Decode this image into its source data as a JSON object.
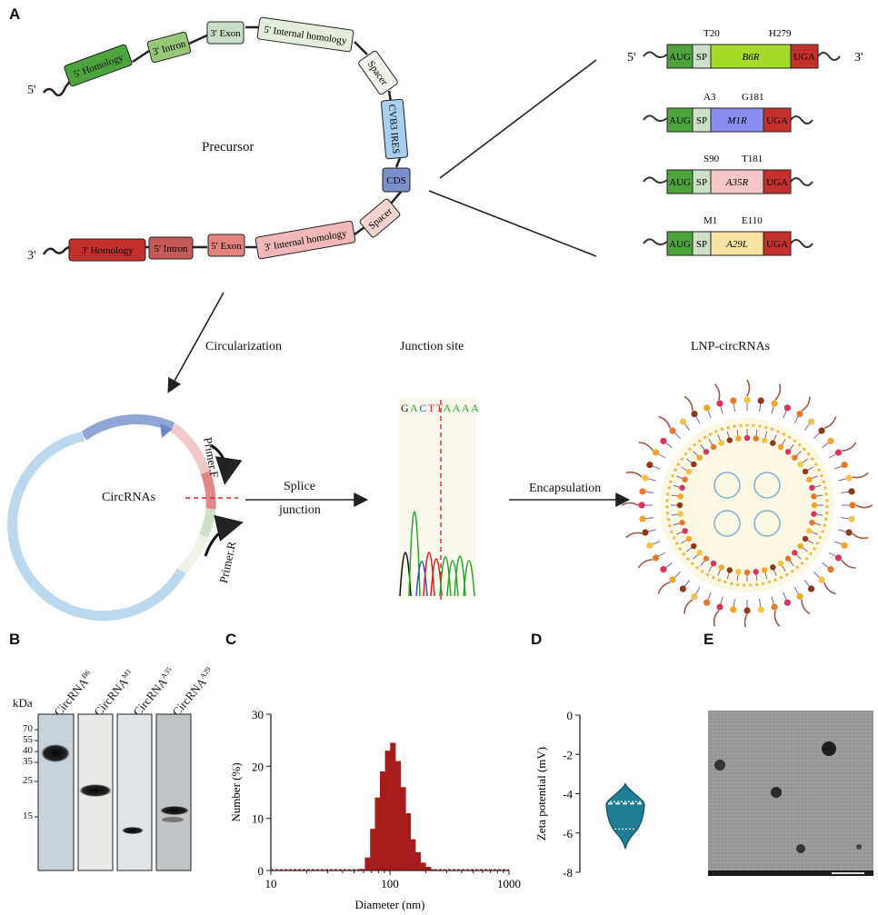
{
  "panels": {
    "a": "A",
    "b": "B",
    "c": "C",
    "d": "D",
    "e": "E"
  },
  "precursor": {
    "title": "Precursor",
    "five_prime": "5'",
    "three_prime": "3'",
    "top_segments": [
      "5' Homology",
      "3' Intron",
      "3' Exon",
      "5' Internal  homology",
      "Spacer",
      "CVB3 IRES",
      "CDS"
    ],
    "bottom_segments": [
      "3' Homology",
      "5' Intron",
      "5' Exon",
      "3' Internal  homology",
      "Spacer"
    ]
  },
  "constructs": [
    {
      "start": "AUG",
      "sp": "SP",
      "gene": "B6R",
      "stop": "UGA",
      "left": "T20",
      "right": "H279",
      "five": "5'",
      "three": "3'",
      "color": "#a5dc2b"
    },
    {
      "start": "AUG",
      "sp": "SP",
      "gene": "M1R",
      "stop": "UGA",
      "left": "A3",
      "right": "G181",
      "color": "#8b8ff0"
    },
    {
      "start": "AUG",
      "sp": "SP",
      "gene": "A35R",
      "stop": "UGA",
      "left": "S90",
      "right": "T181",
      "color": "#f4c6c8"
    },
    {
      "start": "AUG",
      "sp": "SP",
      "gene": "A29L",
      "stop": "UGA",
      "left": "M1",
      "right": "E110",
      "color": "#f6e3a4"
    }
  ],
  "labels": {
    "circularization": "Circularization",
    "junction_site": "Junction site",
    "lnp": "LNP-circRNAs",
    "circrnas": "CircRNAs",
    "primer_f": "Primer.F",
    "primer_r": "Primer.R",
    "splice": "Splice",
    "junction": "junction",
    "encapsulation": "Encapsulation",
    "sequence": "GACTTAAAA"
  },
  "western": {
    "unit": "kDa",
    "markers": [
      "70",
      "55",
      "40",
      "35",
      "25",
      "15"
    ],
    "lanes": [
      {
        "base": "CircRNA",
        "sup": "B6"
      },
      {
        "base": "CircRNA",
        "sup": "M1"
      },
      {
        "base": "CircRNA",
        "sup": "A35"
      },
      {
        "base": "CircRNA",
        "sup": "A29"
      }
    ]
  },
  "chart_data": [
    {
      "type": "bar",
      "xlabel": "Diameter (nm)",
      "ylabel": "Number (%)",
      "xscale": "log",
      "xlim": [
        10,
        1000
      ],
      "ylim": [
        0,
        30
      ],
      "xticks": [
        "10",
        "100",
        "1000"
      ],
      "yticks": [
        "0",
        "10",
        "20",
        "30"
      ],
      "x": [
        58,
        65,
        72,
        79,
        87,
        96,
        106,
        117,
        129,
        142,
        156,
        172,
        190,
        210,
        232
      ],
      "values": [
        0.3,
        2.5,
        8,
        14,
        19,
        23,
        24.5,
        21,
        16,
        11,
        6,
        3.5,
        1.5,
        0.7,
        0.2
      ],
      "color": "#a61c1c"
    },
    {
      "type": "violin",
      "ylabel": "Zeta potential (mV)",
      "ylim": [
        -8,
        0
      ],
      "yticks": [
        "0",
        "-2",
        "-4",
        "-6",
        "-8"
      ],
      "min": -6.8,
      "max": -3.5,
      "median": -4.5,
      "q1": -5.8,
      "q3": -4.4,
      "color": "#1f7e96"
    }
  ]
}
